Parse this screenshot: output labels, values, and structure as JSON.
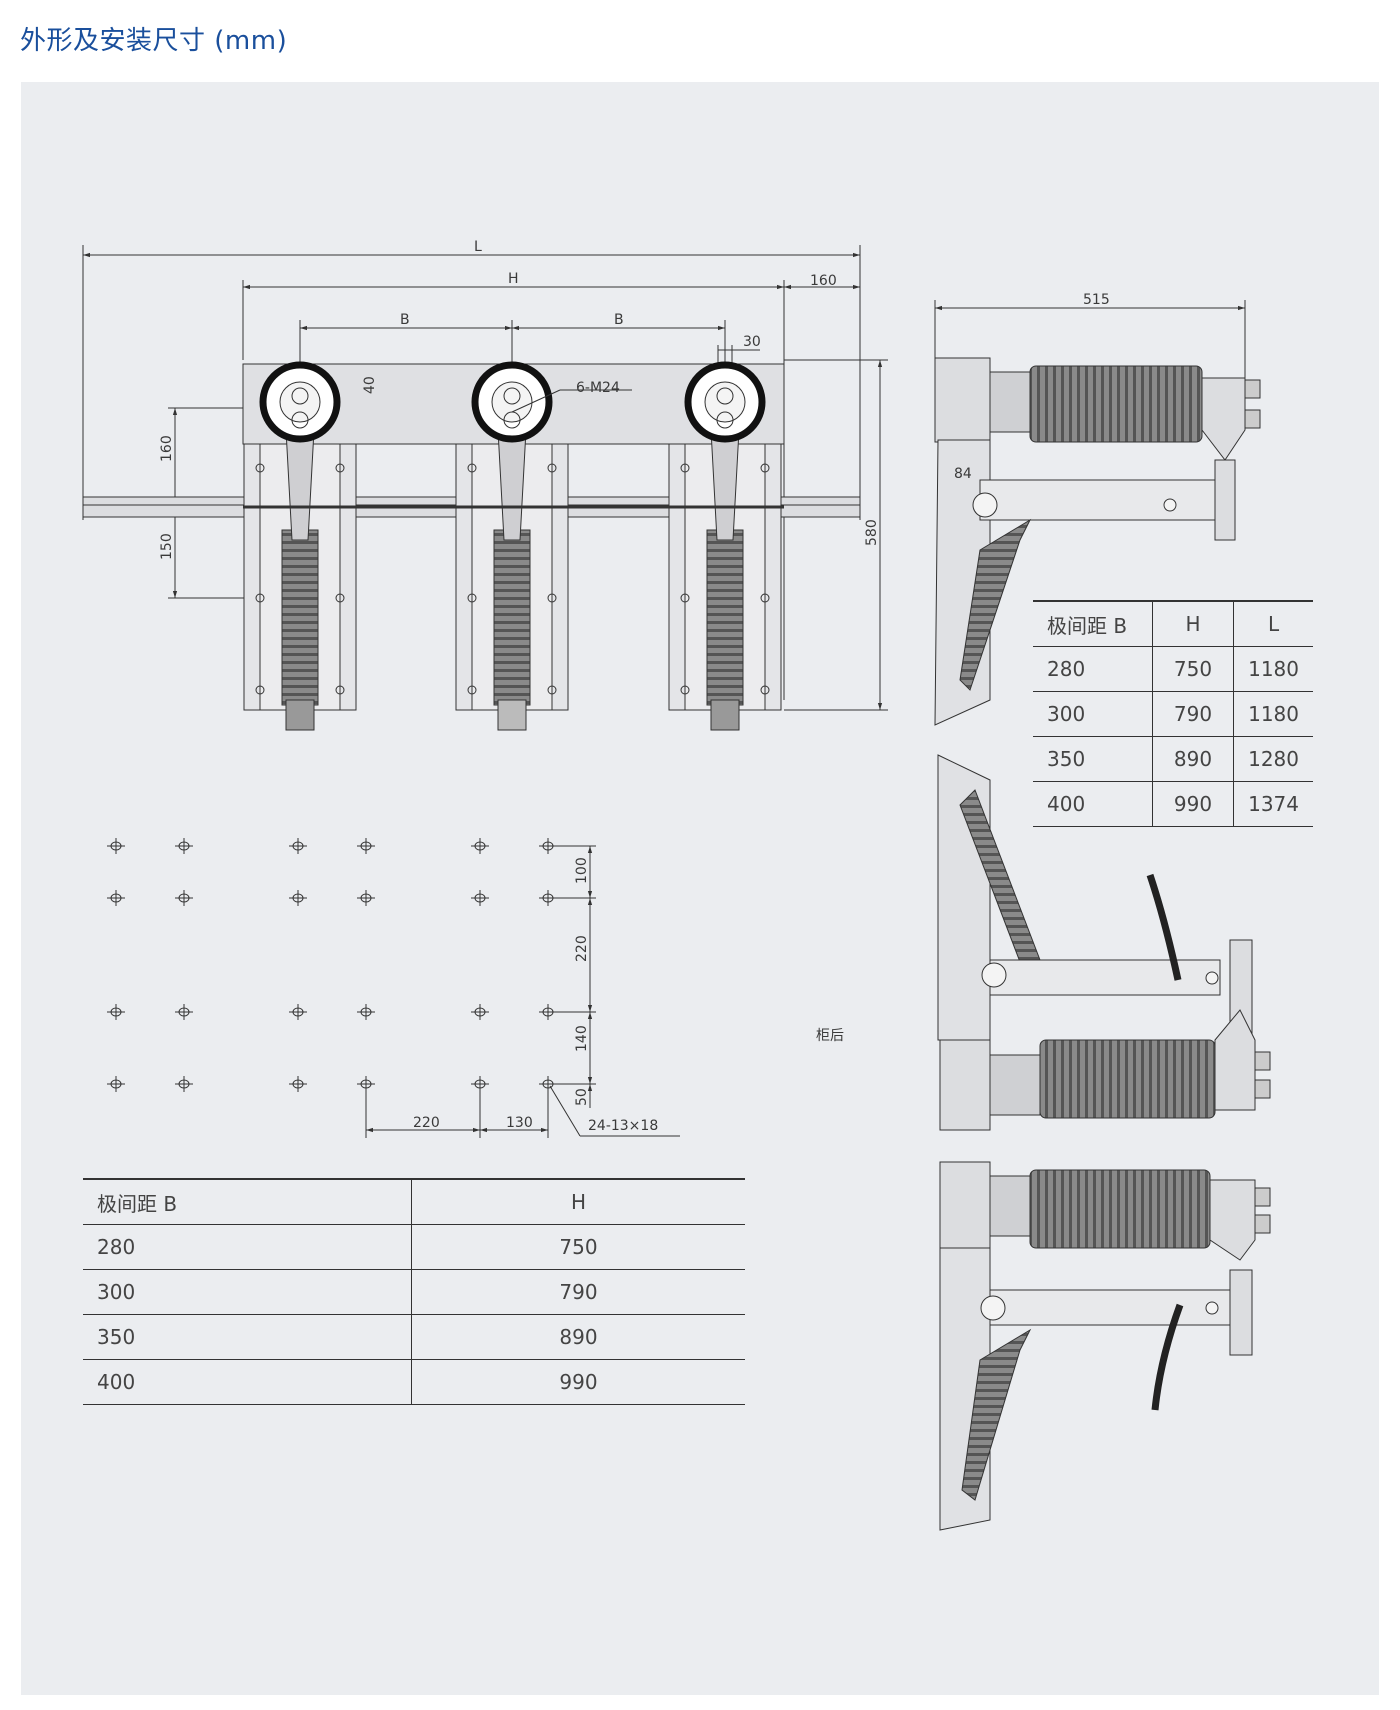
{
  "page": {
    "title": "外形及安装尺寸 (mm)",
    "rear_label": "柜后"
  },
  "front_view": {
    "dims": {
      "L": "L",
      "H": "H",
      "B1": "B",
      "B2": "B",
      "d160_top": "160",
      "d30": "30",
      "d40": "40",
      "thread": "6-M24",
      "d160_left": "160",
      "d150": "150",
      "d580": "580"
    }
  },
  "hole_pattern": {
    "dims": {
      "d100": "100",
      "d220": "220",
      "d140": "140",
      "d50": "50",
      "h220": "220",
      "h130": "130",
      "holes": "24-13×18"
    }
  },
  "side_view": {
    "dims": {
      "d515": "515",
      "d84": "84"
    }
  },
  "table_right": {
    "headers": [
      "极间距 B",
      "H",
      "L"
    ],
    "rows": [
      [
        "280",
        "750",
        "1180"
      ],
      [
        "300",
        "790",
        "1180"
      ],
      [
        "350",
        "890",
        "1280"
      ],
      [
        "400",
        "990",
        "1374"
      ]
    ]
  },
  "table_bottom": {
    "headers": [
      "极间距 B",
      "H"
    ],
    "rows": [
      [
        "280",
        "750"
      ],
      [
        "300",
        "790"
      ],
      [
        "350",
        "890"
      ],
      [
        "400",
        "990"
      ]
    ]
  }
}
